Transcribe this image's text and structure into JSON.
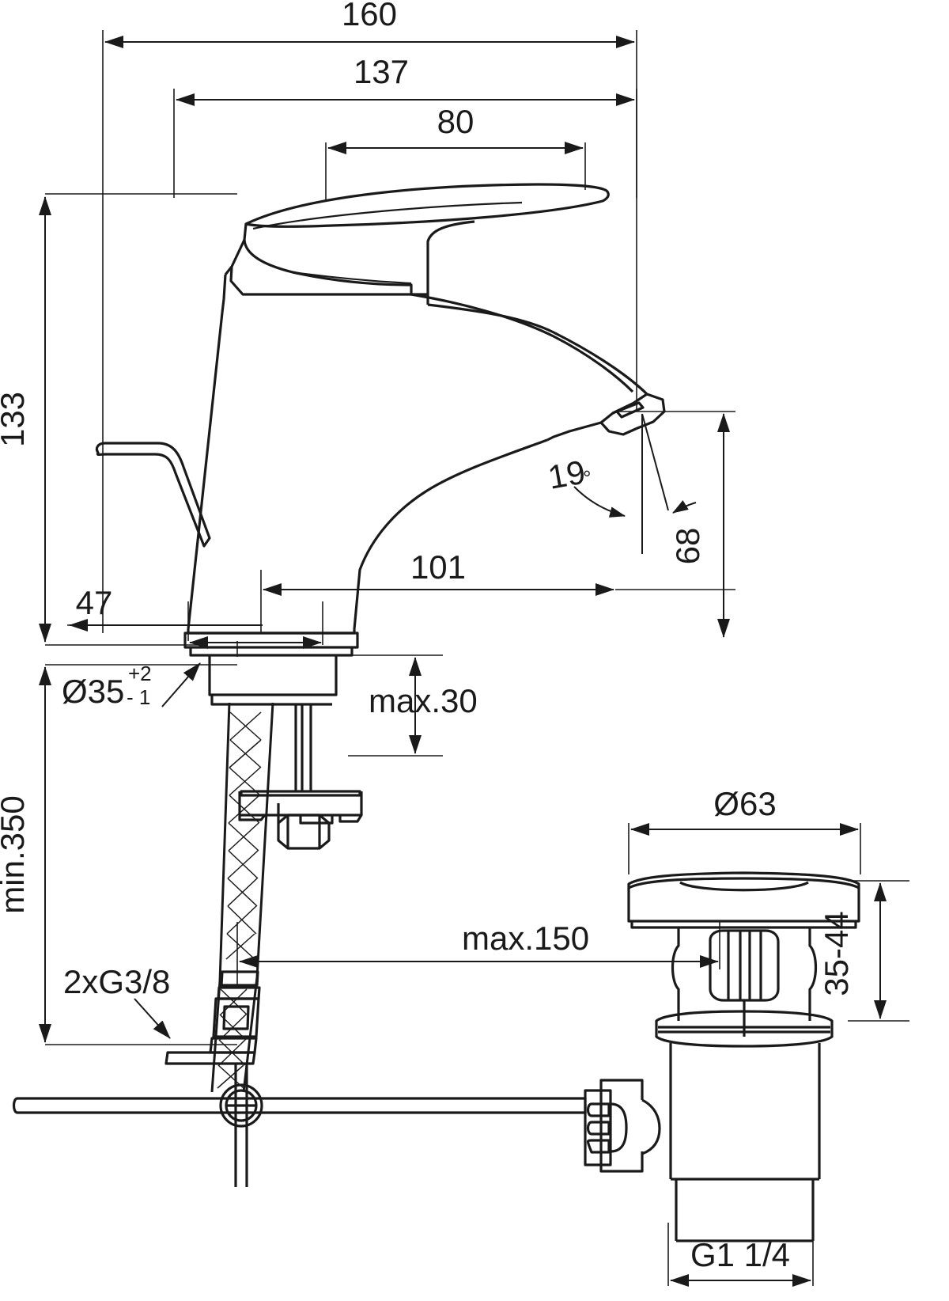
{
  "drawing": {
    "type": "technical-dimension-drawing",
    "subject": "single-lever basin mixer tap with pop-up waste",
    "units": "mm",
    "line_color": "#1a1a1a",
    "background_color": "#ffffff"
  },
  "dimensions": {
    "overall_width": "160",
    "spout_reach_total": "137",
    "lever_width": "80",
    "overall_height": "133",
    "base_width": "47",
    "spout_outlet_reach": "101",
    "spout_outlet_height": "68",
    "aerator_angle": "19",
    "angle_unit": "°",
    "mounting_hole": "Ø35",
    "mounting_hole_tol_plus": "+2",
    "mounting_hole_tol_minus": "- 1",
    "max_counter_thickness": "max.30",
    "min_hose_length": "min.350",
    "hose_connection": "2xG3/8",
    "max_waste_offset": "max.150",
    "waste_flange_diameter": "Ø63",
    "waste_height_range": "35-44",
    "waste_thread": "G1 1/4"
  },
  "labels": [
    {
      "id": "dim-160",
      "text": "160"
    },
    {
      "id": "dim-137",
      "text": "137"
    },
    {
      "id": "dim-80",
      "text": "80"
    },
    {
      "id": "dim-133",
      "text": "133"
    },
    {
      "id": "dim-47",
      "text": "47"
    },
    {
      "id": "dim-101",
      "text": "101"
    },
    {
      "id": "dim-68",
      "text": "68"
    },
    {
      "id": "dim-19deg",
      "text": "19"
    },
    {
      "id": "dim-d35",
      "text": "Ø35"
    },
    {
      "id": "dim-max30",
      "text": "max.30"
    },
    {
      "id": "dim-min350",
      "text": "min.350"
    },
    {
      "id": "dim-2xg38",
      "text": "2xG3/8"
    },
    {
      "id": "dim-max150",
      "text": "max.150"
    },
    {
      "id": "dim-d63",
      "text": "Ø63"
    },
    {
      "id": "dim-3544",
      "text": "35-44"
    },
    {
      "id": "dim-g114",
      "text": "G1 1/4"
    }
  ]
}
